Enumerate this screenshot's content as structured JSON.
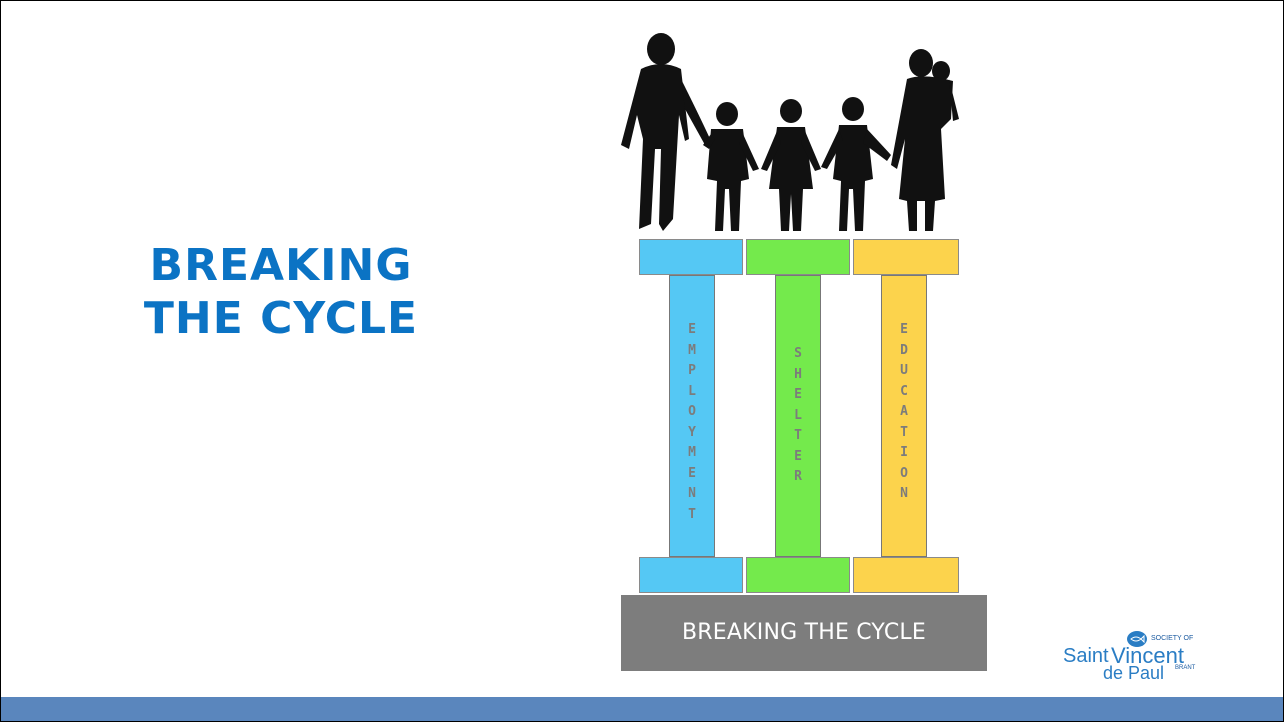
{
  "slide": {
    "title_lines": [
      "BREAKING",
      "THE CYCLE"
    ],
    "base_label": "BREAKING THE CYCLE"
  },
  "pillars": [
    {
      "letters": [
        "E",
        "M",
        "P",
        "L",
        "O",
        "Y",
        "M",
        "E",
        "N",
        "T"
      ],
      "color": "#55c8f4"
    },
    {
      "letters": [
        "S",
        "H",
        "E",
        "L",
        "T",
        "E",
        "R"
      ],
      "color": "#74ea4c"
    },
    {
      "letters": [
        "E",
        "D",
        "U",
        "C",
        "A",
        "T",
        "I",
        "O",
        "N"
      ],
      "color": "#fcd34c"
    }
  ],
  "logo": {
    "society": "SOCIETY OF",
    "saint": "Saint",
    "vincent": "Vincent",
    "depaul": "de Paul",
    "brant": "BRANT"
  },
  "colors": {
    "title": "#0b73c4",
    "bar": "#5a86bd",
    "base": "#7d7d7d"
  },
  "icons": [
    "family-silhouette-icon",
    "fish-icon"
  ]
}
